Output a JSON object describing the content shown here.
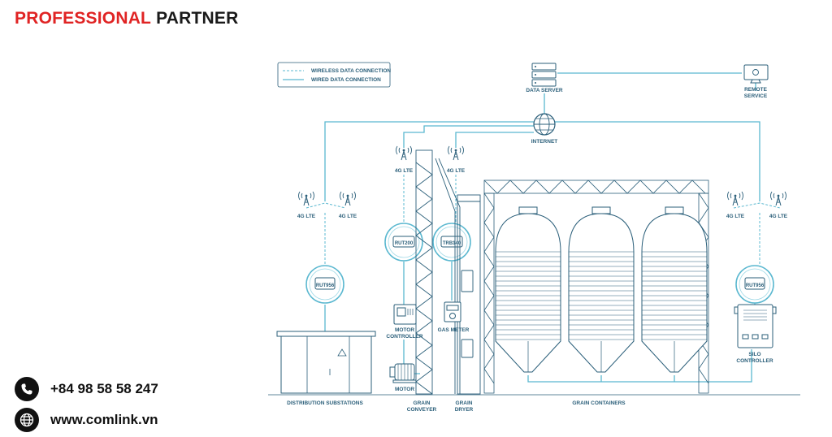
{
  "brand": {
    "part1": "PROFESSIONAL",
    "part2": "PARTNER"
  },
  "contact": {
    "phone": "+84 98 58 58 247",
    "website": "www.comlink.vn"
  },
  "legend": {
    "wireless": "WIRELESS DATA CONNECTION",
    "wired": "WIRED DATA CONNECTION"
  },
  "nodes": {
    "data_server": "DATA SERVER",
    "remote_service": [
      "REMOTE",
      "SERVICE"
    ],
    "internet": "INTERNET",
    "lte": "4G LTE",
    "rut956": "RUT956",
    "rut200": "RUT200",
    "trb140": "TRB140",
    "motor_controller": [
      "MOTOR",
      "CONTROLLER"
    ],
    "gas_meter": "GAS METER",
    "motor": "MOTOR",
    "silo_controller": [
      "SILO",
      "CONTROLLER"
    ],
    "distribution": "DISTRIBUTION SUBSTATIONS",
    "grain_conveyer": [
      "GRAIN",
      "CONVEYER"
    ],
    "grain_dryer": [
      "GRAIN",
      "DRYER"
    ],
    "grain_containers": "GRAIN CONTAINERS"
  },
  "colors": {
    "brand_red": "#e02424",
    "line": "#5bb8d0",
    "stroke": "#2b5f7a"
  }
}
